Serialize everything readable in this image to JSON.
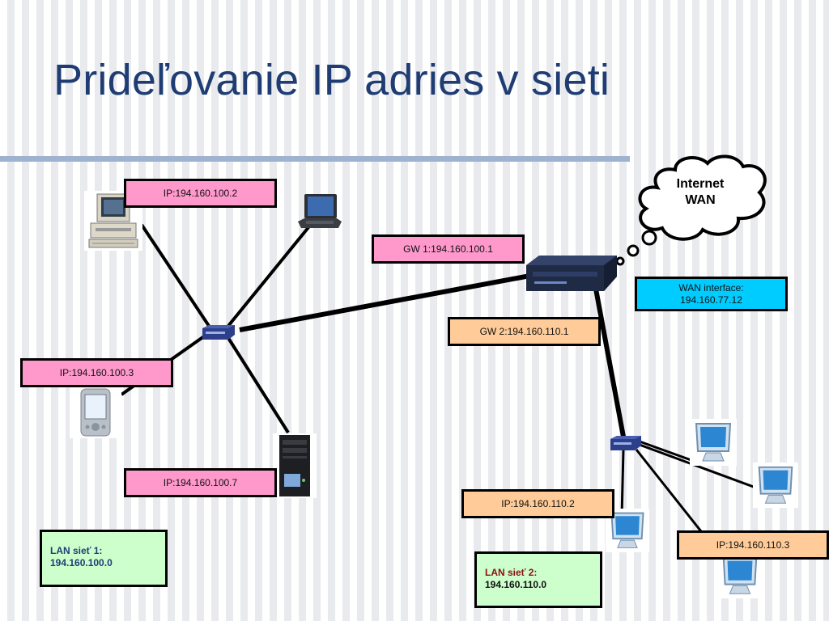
{
  "slide": {
    "title": "Prideľovanie IP adries v sieti"
  },
  "cloud": {
    "line1": "Internet",
    "line2": "WAN"
  },
  "labels": {
    "ip_100_2": "IP:194.160.100.2",
    "gw1": "GW 1:194.160.100.1",
    "wan_interface_line1": "WAN interface:",
    "wan_interface_line2": "194.160.77.12",
    "gw2": "GW 2:194.160.110.1",
    "ip_100_3": "IP:194.160.100.3",
    "ip_100_7": "IP:194.160.100.7",
    "ip_110_2": "IP:194.160.110.2",
    "ip_110_3": "IP:194.160.110.3"
  },
  "lans": {
    "lan1_line1": "LAN sieť 1:",
    "lan1_line2": "194.160.100.0",
    "lan2_line1": "LAN sieť 2:",
    "lan2_line2": "194.160.110.0"
  },
  "colors": {
    "title": "#1f3d73",
    "host_label": "#ff99cc",
    "gateway2_label": "#ffcc99",
    "wan_label": "#00ccff",
    "lan_box": "#ccffcc",
    "rule": "#9fb3d1"
  },
  "icons": [
    "desktop-pc-icon",
    "laptop-icon",
    "pda-icon",
    "tower-pc-icon",
    "hub-icon",
    "router-icon",
    "monitor-icon",
    "cloud-icon"
  ]
}
